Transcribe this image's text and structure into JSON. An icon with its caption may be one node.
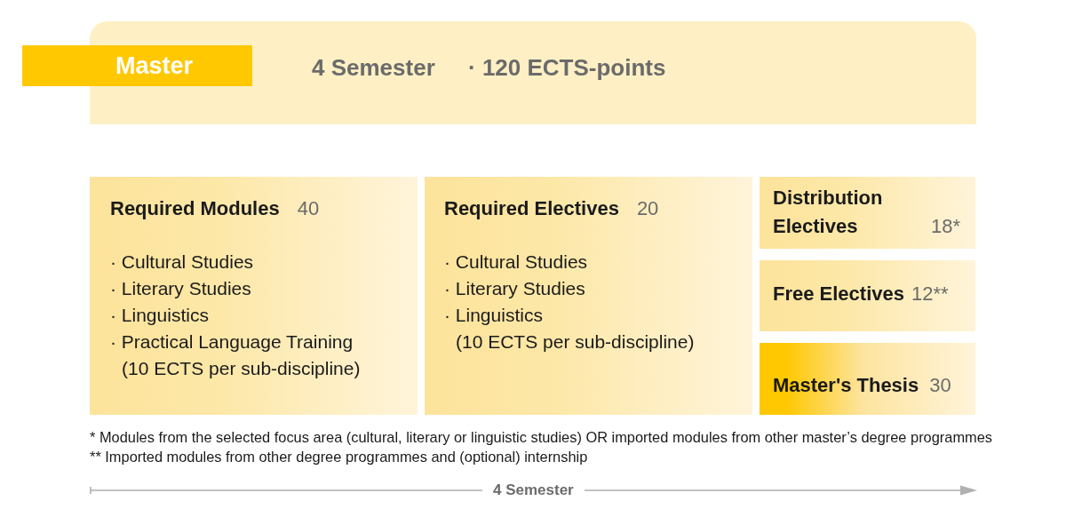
{
  "diagram": {
    "nodes": [
      {
        "text": [
          "Master"
        ]
      },
      {
        "text": [
          "4 Semester",
          "· 120 ECTS-points"
        ]
      },
      {
        "text": [
          "Required Modules",
          "40",
          "· Cultural Studies",
          "· Literary Studies",
          "· Linguistics",
          "· Practical Language Training",
          "(10 ECTS per sub-discipline)"
        ]
      },
      {
        "text": [
          "Required Electives",
          "20",
          "· Cultural Studies",
          "· Literary Studies",
          "· Linguistics",
          "(10 ECTS per sub-discipline)"
        ]
      },
      {
        "text": [
          "Distribution Electives",
          "18*"
        ]
      },
      {
        "text": [
          "Free Electives",
          "12**"
        ]
      },
      {
        "text": [
          "Master's Thesis",
          "30"
        ]
      }
    ],
    "labels": [
      "* Modules from the selected focus area (cultural, literary or linguistic studies) OR imported modules from other master’s degree programmes",
      "** Imported modules from other degree programmes and (optional) internship",
      "4 Semester"
    ]
  }
}
